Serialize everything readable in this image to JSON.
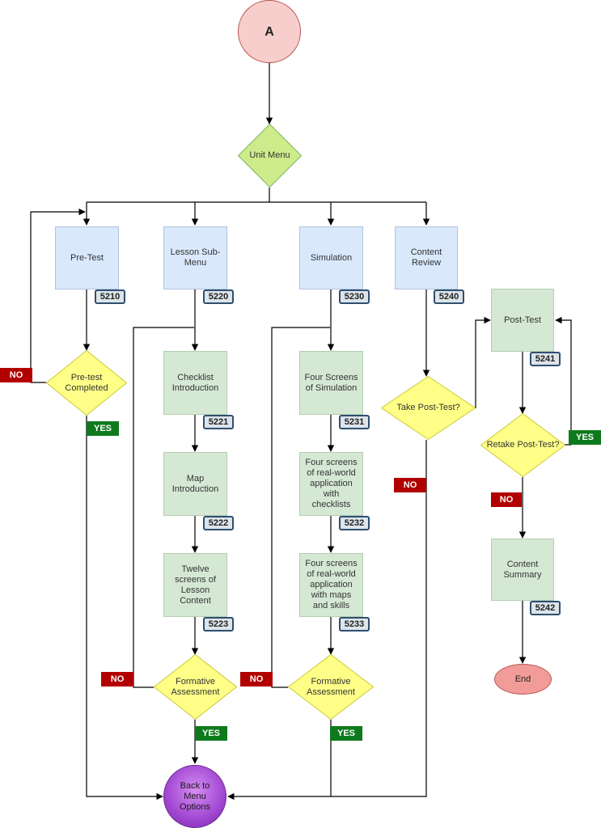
{
  "start": {
    "label": "A"
  },
  "unit_menu": {
    "label": "Unit Menu"
  },
  "pretest": {
    "label": "Pre-Test",
    "code": "5210",
    "decision": "Pre-test Completed"
  },
  "lesson": {
    "label": "Lesson Sub-Menu",
    "code": "5220"
  },
  "checklist": {
    "label": "Checklist Introduction",
    "code": "5221"
  },
  "map": {
    "label": "Map Introduction",
    "code": "5222"
  },
  "twelve": {
    "label": "Twelve screens of Lesson Content",
    "code": "5223"
  },
  "formative1": {
    "label": "Formative Assessment"
  },
  "simulation": {
    "label": "Simulation",
    "code": "5230"
  },
  "four_sim": {
    "label": "Four Screens of Simulation",
    "code": "5231"
  },
  "four_checklists": {
    "label": "Four screens of real-world application with checklists",
    "code": "5232"
  },
  "four_maps": {
    "label": "Four screens of real-world application with maps and skills",
    "code": "5233"
  },
  "formative2": {
    "label": "Formative Assessment"
  },
  "review": {
    "label": "Content Review",
    "code": "5240"
  },
  "take_posttest": {
    "label": "Take Post-Test?"
  },
  "posttest": {
    "label": "Post-Test",
    "code": "5241"
  },
  "retake": {
    "label": "Retake Post-Test?"
  },
  "summary": {
    "label": "Content Summary",
    "code": "5242"
  },
  "end": {
    "label": "End"
  },
  "back": {
    "label": "Back to Menu Options"
  },
  "tags": {
    "no": "NO",
    "yes": "YES"
  },
  "colors": {
    "process_blue": "#dae8fc",
    "process_green": "#d5e8d4",
    "decision_yellow": "#ffff88",
    "start_pink": "#f8cecc",
    "end_red": "#f19c99",
    "back_purple": "#a64dd6",
    "no_red": "#b20000",
    "yes_green": "#0f7a1d",
    "code_border": "#2f4f6f"
  }
}
